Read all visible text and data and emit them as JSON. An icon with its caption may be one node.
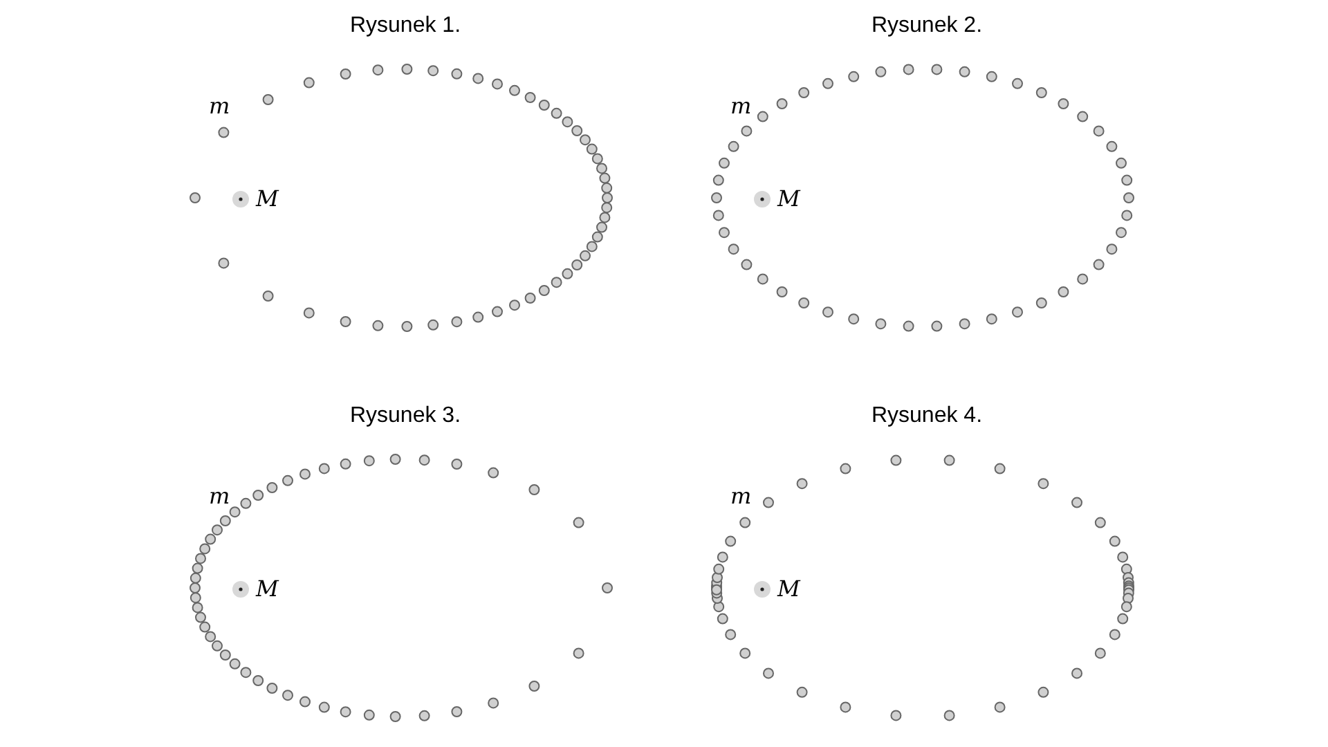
{
  "diagram": {
    "labels": [
      "Rysunek 1.",
      "m",
      "M",
      "Rysunek 2.",
      "m",
      "M",
      "Rysunek 3.",
      "m",
      "M",
      "Rysunek 4.",
      "m",
      "M"
    ]
  }
}
